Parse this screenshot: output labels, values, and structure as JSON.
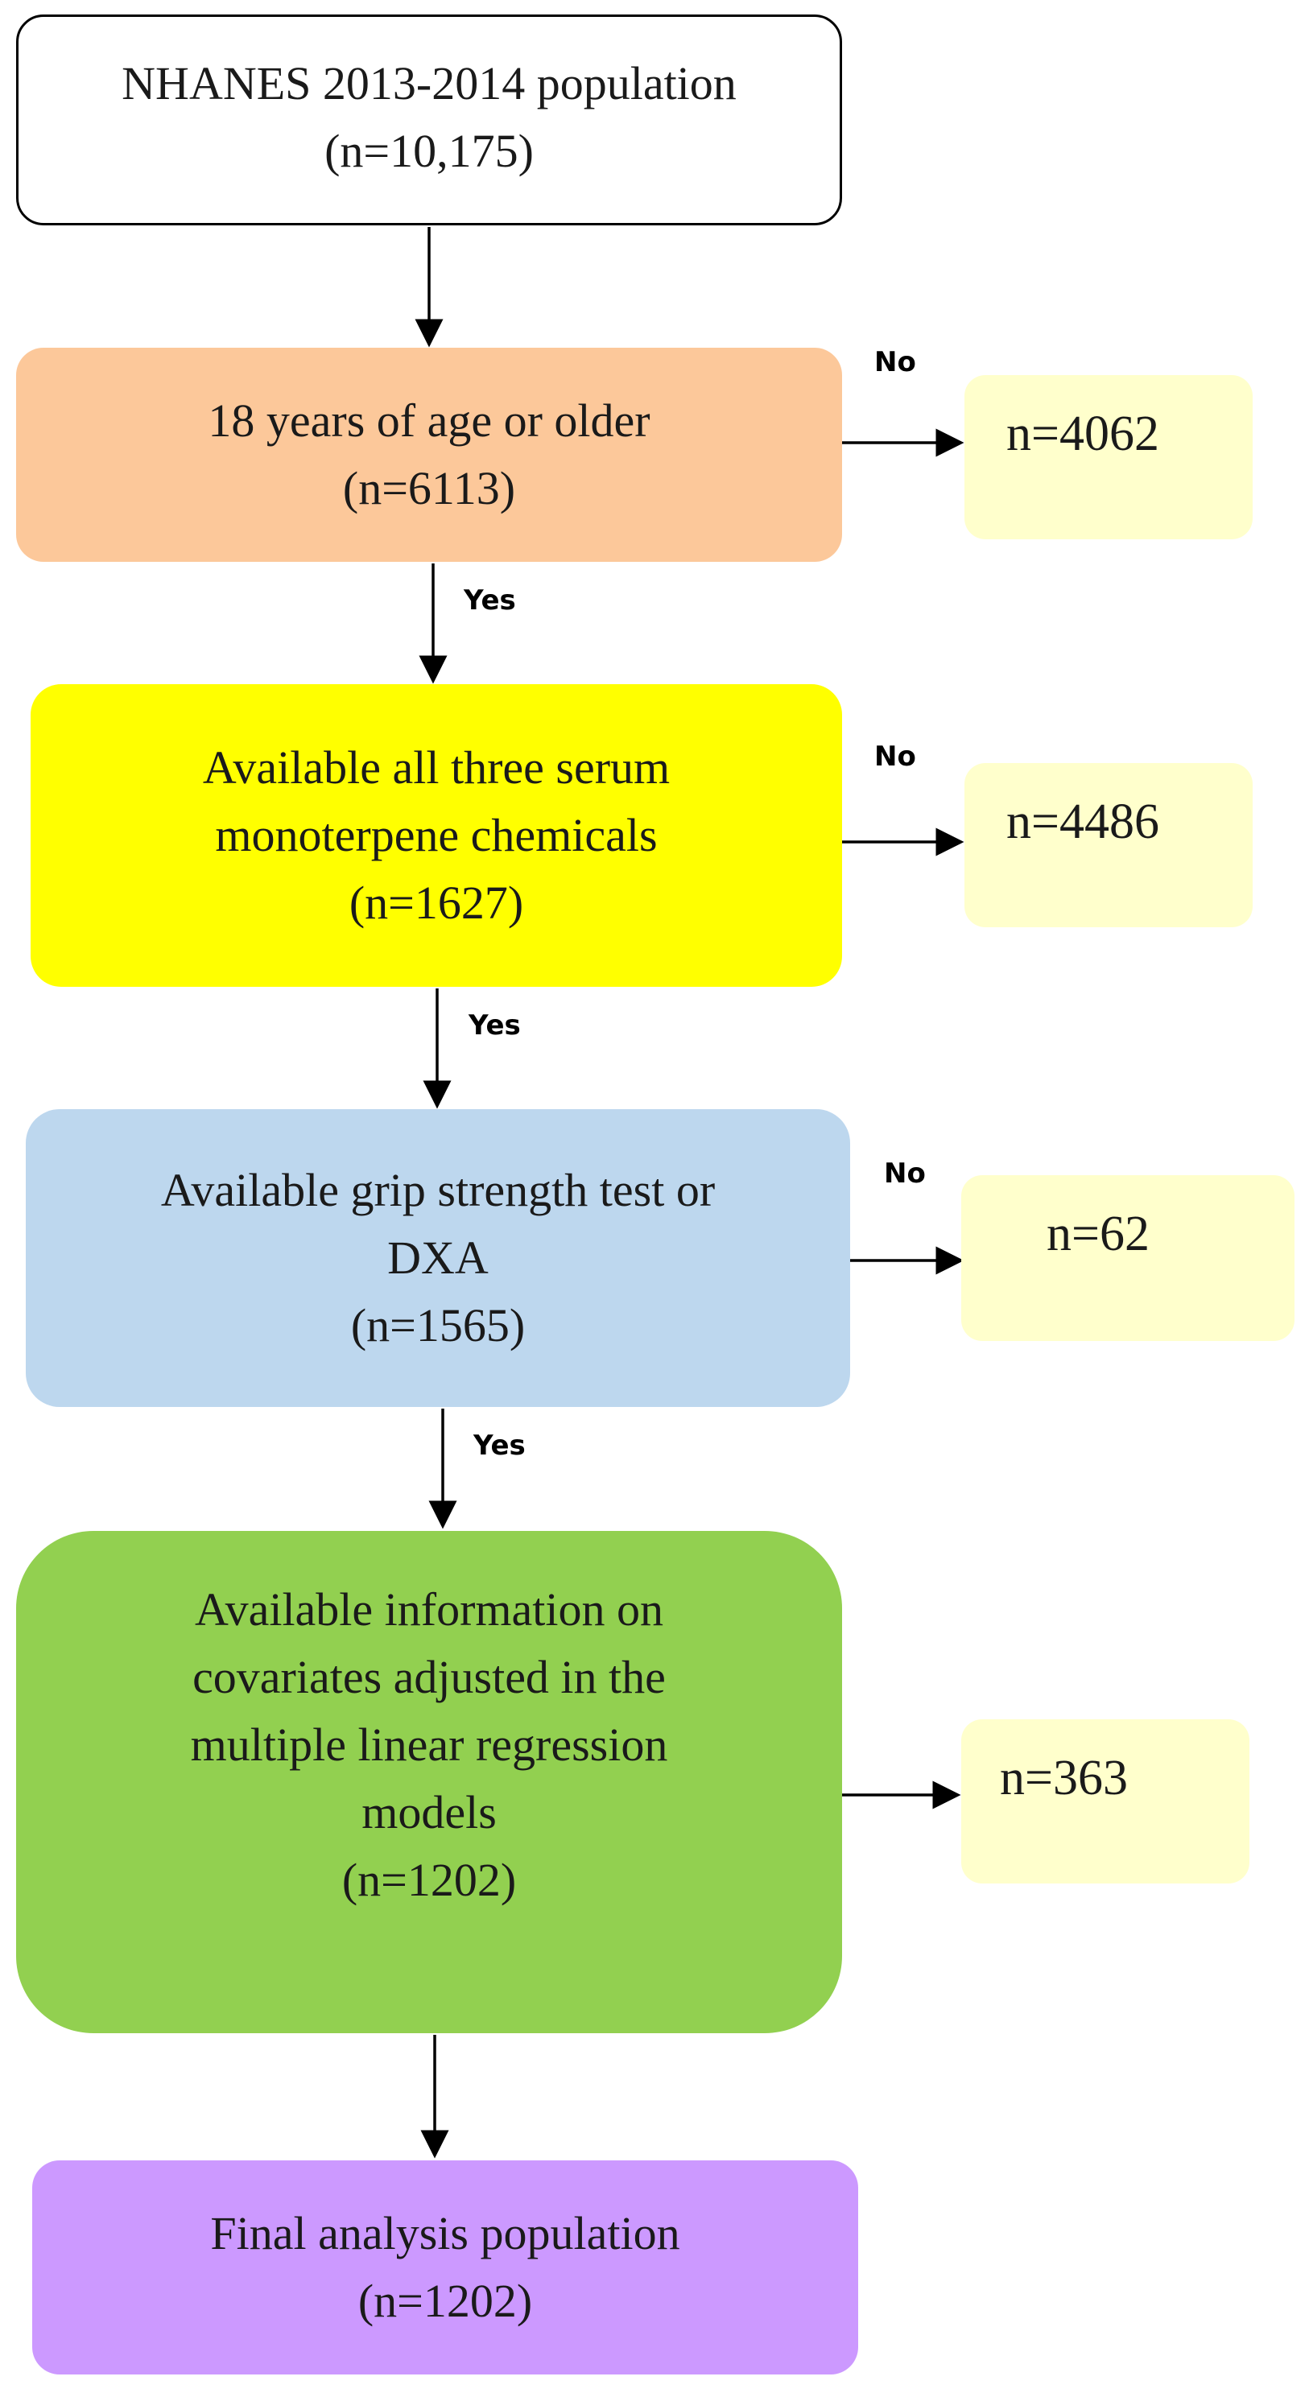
{
  "flow": {
    "start": {
      "lines": [
        "NHANES 2013-2014 population",
        "(n=10,175)"
      ]
    },
    "age": {
      "lines": [
        "18 years of age or older",
        "(n=6113)"
      ]
    },
    "serum": {
      "lines": [
        "Available all three serum",
        "monoterpene chemicals",
        "(n=1627)"
      ]
    },
    "grip": {
      "lines": [
        "Available grip strength test or",
        "DXA",
        "(n=1565)"
      ]
    },
    "covariates": {
      "lines": [
        "Available information on",
        "covariates adjusted in the",
        "multiple linear regression",
        "models",
        "(n=1202)"
      ]
    },
    "final": {
      "lines": [
        "Final analysis population",
        "(n=1202)"
      ]
    }
  },
  "excluded": {
    "age": "n=4062",
    "serum": "n=4486",
    "grip": "n=62",
    "covariates": "n=363"
  },
  "edge_labels": {
    "yes": "Yes",
    "no": "No"
  },
  "colors": {
    "start_fill": "#ffffff",
    "age_fill": "#fcc89a",
    "serum_fill": "#ffff00",
    "grip_fill": "#bdd7ee",
    "covariates_fill": "#92d050",
    "final_fill": "#cc99ff",
    "excluded_fill": "#ffffcc",
    "arrow": "#000000"
  }
}
